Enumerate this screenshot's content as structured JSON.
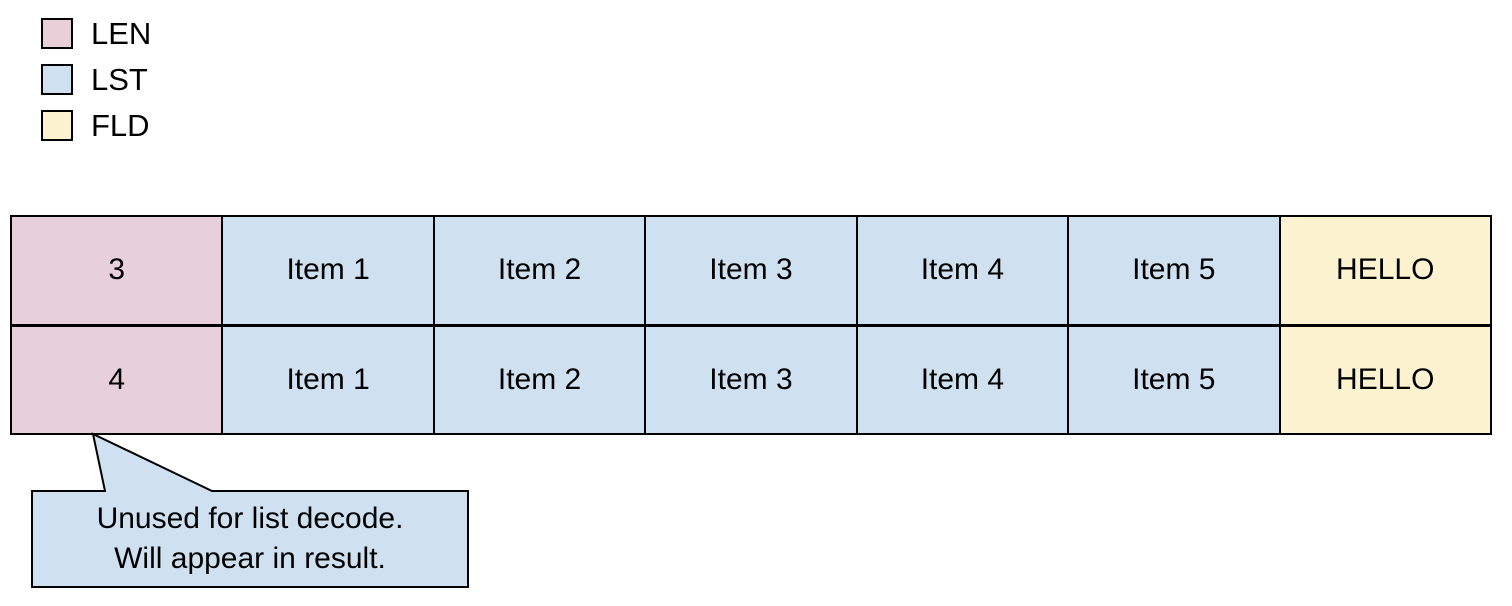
{
  "legend": {
    "items": [
      {
        "label": "LEN",
        "color": "#e9cfd8"
      },
      {
        "label": "LST",
        "color": "#cfe0f1"
      },
      {
        "label": "FLD",
        "color": "#fdf2d0"
      }
    ]
  },
  "table": {
    "rows": [
      {
        "cells": [
          "3",
          "Item 1",
          "Item 2",
          "Item 3",
          "Item 4",
          "Item 5",
          "HELLO"
        ]
      },
      {
        "cells": [
          "4",
          "Item 1",
          "Item 2",
          "Item 3",
          "Item 4",
          "Item 5",
          "HELLO"
        ]
      }
    ]
  },
  "callout": {
    "line1": "Unused for list decode.",
    "line2": "Will appear in result."
  },
  "colors": {
    "len": "#e7d0da",
    "lst": "#cfe0f1",
    "fld": "#fdf2d0",
    "border": "#000000",
    "callout_fill": "#cfe0f1",
    "background": "#ffffff"
  }
}
